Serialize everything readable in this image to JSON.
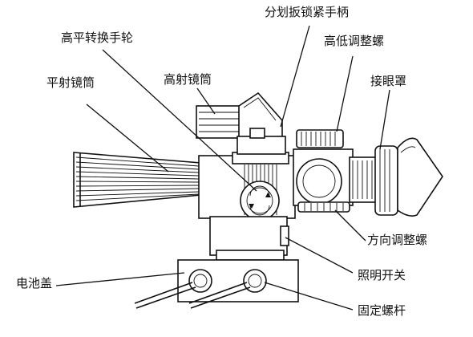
{
  "labels": {
    "clamp_handle": "分划扳锁紧手柄",
    "switch_wheel": "高平转换手轮",
    "elev_knob": "高低调整螺",
    "flat_tube": "平射镜筒",
    "high_tube": "高射镜筒",
    "eyecup": "接眼罩",
    "dir_knob": "方向调整螺",
    "battery_cover": "电池盖",
    "light_switch": "照明开关",
    "fix_screw": "固定螺杆"
  }
}
